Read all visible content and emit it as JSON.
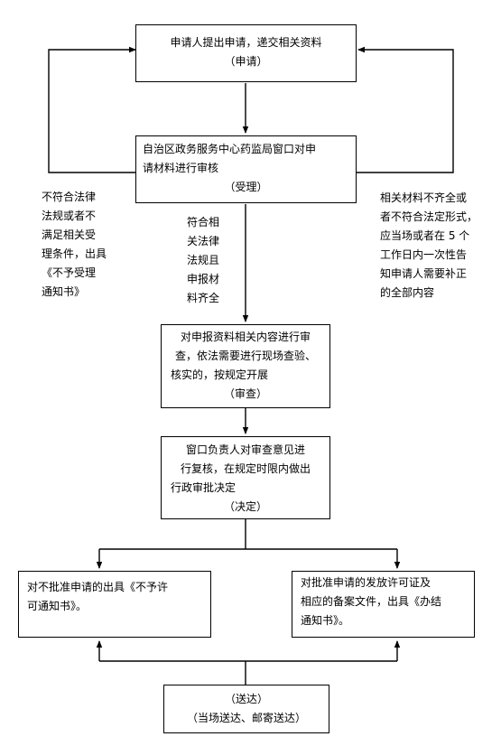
{
  "flowchart": {
    "apply": {
      "lines": [
        "申请人提出申请，递交相关资料",
        "（申请）"
      ]
    },
    "accept": {
      "lines": [
        "自治区政务服务中心药监局窗口对申",
        "请材料进行审核",
        "（受理）"
      ]
    },
    "review": {
      "lines": [
        "对申报资料相关内容进行审",
        "查，依法需要进行现场查验、",
        "核实的，按规定开展",
        "（审查）"
      ]
    },
    "decide": {
      "lines": [
        "窗口负责人对审查意见进",
        "行复核，在规定时限内做出",
        "行政审批决定",
        "（决定）"
      ]
    },
    "reject": {
      "lines": [
        "对不批准申请的出具《不予许",
        "可通知书》。"
      ]
    },
    "approve": {
      "lines": [
        "对批准申请的发放许可证及",
        "相应的备案文件，出具《办结",
        "通知书》。"
      ]
    },
    "deliver": {
      "lines": [
        "（送达）",
        "（当场送达、邮寄送达）"
      ]
    },
    "note_left": {
      "lines": [
        "不符合法律",
        "法规或者不",
        "满足相关受",
        "理条件，出具",
        "《不予受理",
        "通知书》"
      ]
    },
    "note_middle": {
      "lines": [
        "符合相",
        "关法律",
        "法规且",
        "申报材",
        "料齐全"
      ]
    },
    "note_right": {
      "lines": [
        "相关材料不齐全或",
        "者不符合法定形式，",
        "应当场或者在 5 个",
        "工作日内一次性告",
        "知申请人需要补正",
        "的全部内容"
      ]
    }
  }
}
